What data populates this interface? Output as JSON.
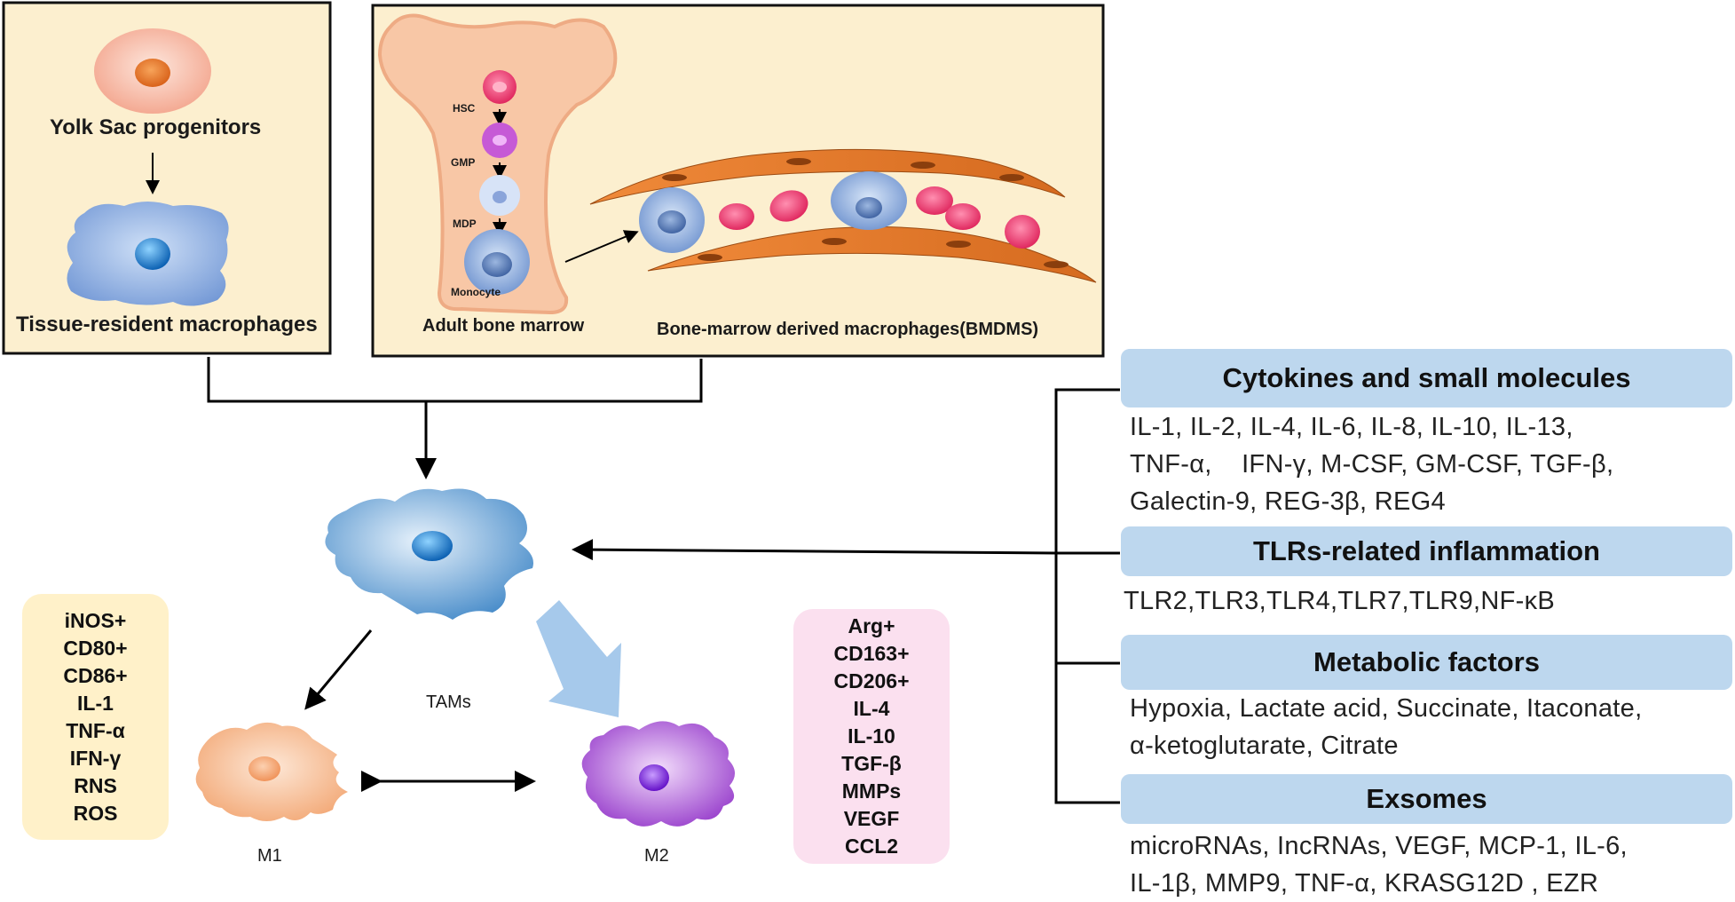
{
  "origin": {
    "yolk_sac_label": "Yolk Sac progenitors",
    "tissue_resident_label": "Tissue-resident macrophages",
    "marrow": {
      "hsc_label": "HSC",
      "gmp_label": "GMP",
      "mdp_label": "MDP",
      "monocyte_label": "Monocyte",
      "adult_marrow_label": "Adult bone marrow",
      "bmdm_label": "Bone-marrow derived macrophages(BMDMS)"
    }
  },
  "tam_label": "TAMs",
  "m1": {
    "label": "M1",
    "markers": [
      "iNOS+",
      "CD80+",
      "CD86+",
      "IL-1",
      "TNF-α",
      "IFN-γ",
      "RNS",
      "ROS"
    ]
  },
  "m2": {
    "label": "M2",
    "markers": [
      "Arg+",
      "CD163+",
      "CD206+",
      "IL-4",
      "IL-10",
      "TGF-β",
      "MMPs",
      "VEGF",
      "CCL2"
    ]
  },
  "factors": [
    {
      "title": "Cytokines and small molecules",
      "lines": [
        "IL-1, IL-2, IL-4, IL-6, IL-8, IL-10, IL-13,",
        "TNF-α,    IFN-γ, M-CSF, GM-CSF, TGF-β,",
        "Galectin-9, REG-3β, REG4"
      ]
    },
    {
      "title": "TLRs-related inflammation",
      "lines": [
        "TLR2,TLR3,TLR4,TLR7,TLR9,NF-κB"
      ]
    },
    {
      "title": "Metabolic factors",
      "lines": [
        "Hypoxia, Lactate acid, Succinate, Itaconate,",
        "α-ketoglutarate, Citrate"
      ]
    },
    {
      "title": "Exsomes",
      "lines": [
        "microRNAs, IncRNAs, VEGF, MCP-1, IL-6,",
        "IL-1β, MMP9, TNF-α, KRASG12D , EZR"
      ]
    }
  ],
  "colors": {
    "panel_fill": "#fcefcf",
    "yolk_cell": "#f7b9a5",
    "tissue_macrophage": "#8fb2e2",
    "tam": "#5f9ed6",
    "m1_cell": "#f6b98a",
    "m2_cell": "#a659d4",
    "m1_box": "#fff1c9",
    "m2_box": "#fbe0ef",
    "factor_header": "#bdd7ee",
    "m2_arrow": "#a6c9eb"
  }
}
